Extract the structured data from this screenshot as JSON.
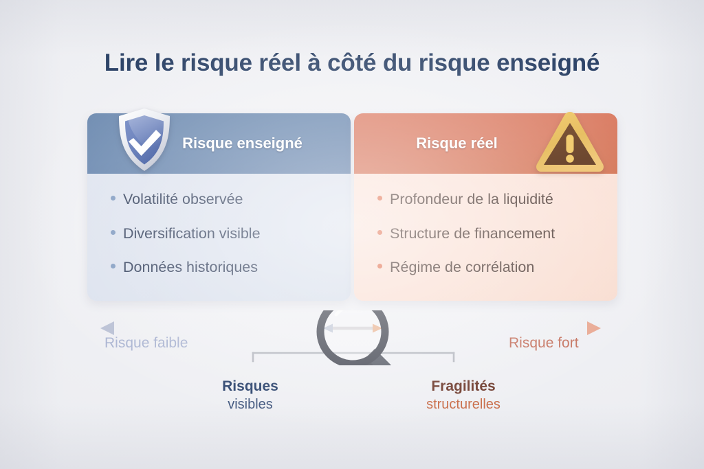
{
  "page": {
    "title": "Lire le risque réel à côté du risque enseigné",
    "background_color": "#eeeef2"
  },
  "cards": {
    "left": {
      "icon": "shield-check-icon",
      "header_label": "Risque enseigné",
      "header_color": "#6b89b0",
      "body_color": "#dce2ee",
      "bullet_color": "#7f9ac0",
      "items": [
        "Volatilité observée",
        "Diversification visible",
        "Données historiques"
      ]
    },
    "right": {
      "icon": "warning-triangle-icon",
      "header_label": "Risque réel",
      "header_color": "#d9795f",
      "body_color": "#fae0d5",
      "bullet_color": "#e1704e",
      "items": [
        "Profondeur de la liquidité",
        "Structure de financement",
        "Régime de corrélation"
      ]
    }
  },
  "axis": {
    "low_label": "Risque faible",
    "low_color": "#a9b3d1",
    "high_label": "Risque fort",
    "high_color": "#c4705c",
    "magnifier_icon": "magnifying-glass-icon"
  },
  "captions": {
    "left": {
      "line1": "Risques",
      "line2": "visibles",
      "color": "#29416b"
    },
    "right": {
      "line1": "Fragilités",
      "line2": "structurelles",
      "color": "#c86a45"
    }
  }
}
